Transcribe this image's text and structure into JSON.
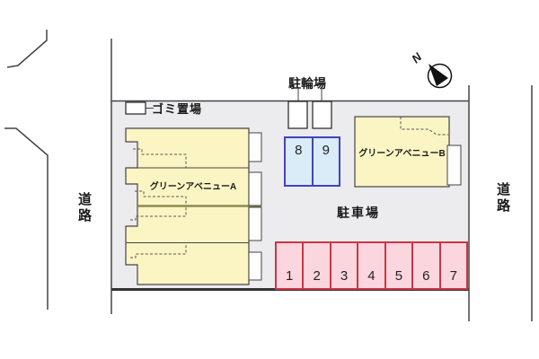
{
  "diagram": {
    "labels": {
      "garbage": "ゴミ置場",
      "bicycle_parking": "駐輪場",
      "car_parking": "駐車場",
      "road_left": "道路",
      "road_right": "道路",
      "building_a": "グリーンアベニューA",
      "building_b": "グリーンアベニューB",
      "compass_north": "N"
    },
    "car_stalls": [
      "1",
      "2",
      "3",
      "4",
      "5",
      "6",
      "7"
    ],
    "bike_stalls": [
      "8",
      "9"
    ],
    "colors": {
      "site_fill": "#ececee",
      "building_fill": "#fbf5c4",
      "bike_stall_fill": "#d9ecf8",
      "bike_stall_border": "#4343bf",
      "car_stall_fill": "#fcd6de",
      "car_stall_border": "#cb3545",
      "divider_olive": "#8b8b4f",
      "line": "#444444"
    }
  }
}
